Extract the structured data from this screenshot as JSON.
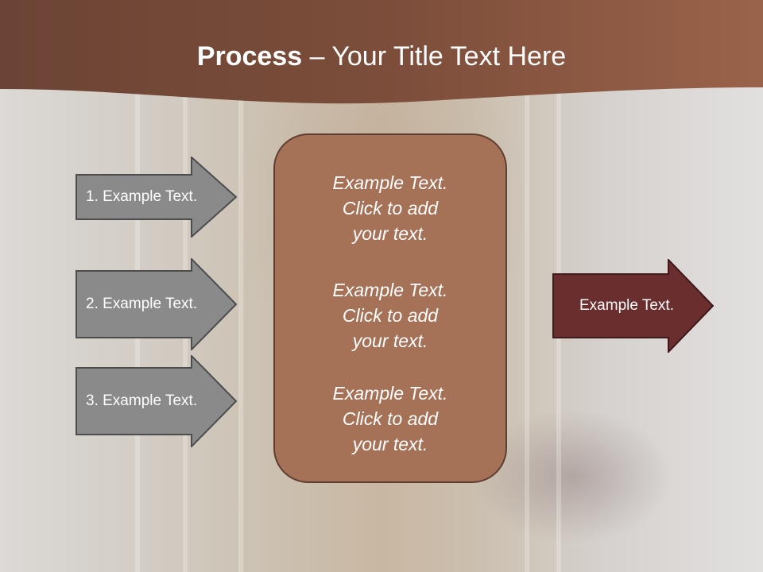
{
  "title": {
    "bold": "Process",
    "rest": " – Your Title Text Here"
  },
  "left_arrows": [
    {
      "label": "1. Example Text."
    },
    {
      "label": "2. Example Text."
    },
    {
      "label": "3. Example Text."
    }
  ],
  "center_box": {
    "blocks": [
      {
        "lines": [
          "Example Text.",
          "Click  to add",
          "your text."
        ]
      },
      {
        "lines": [
          "Example Text.",
          "Click  to add",
          "your text."
        ]
      },
      {
        "lines": [
          "Example Text.",
          "Click  to add",
          "your text."
        ]
      }
    ]
  },
  "right_arrow": {
    "label": "Example Text."
  },
  "colors": {
    "header": "#7a4a38",
    "center_box_fill": "#a57157",
    "left_arrow_fill": "#8a8a8a",
    "right_arrow_fill": "#6b2e2e"
  }
}
